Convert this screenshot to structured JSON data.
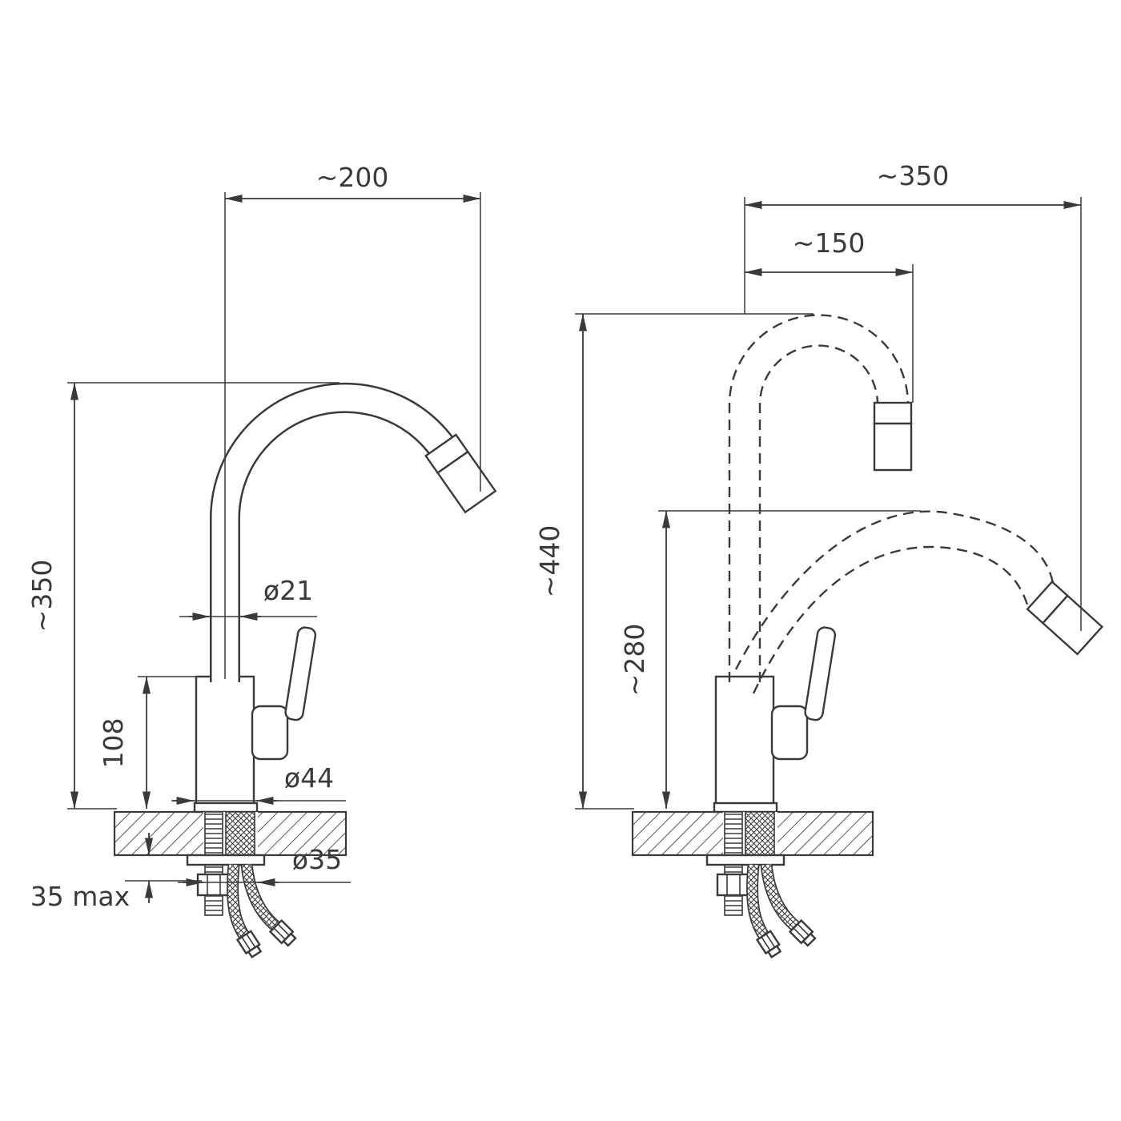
{
  "drawing": {
    "type": "faucet-installation-technical-drawing",
    "line_color": "#3a3a3a",
    "background": "#ffffff"
  },
  "left_view": {
    "dim_spout_reach": "~200",
    "dim_total_height": "~350",
    "dim_spout_diameter": "ø21",
    "dim_body_height": "108",
    "dim_base_diameter": "ø44",
    "dim_hole_diameter": "ø35",
    "dim_counter_thickness": "35 max"
  },
  "right_view": {
    "dim_max_reach": "~350",
    "dim_upper_reach": "~150",
    "dim_max_height": "~440",
    "dim_lowered_height": "~280"
  }
}
